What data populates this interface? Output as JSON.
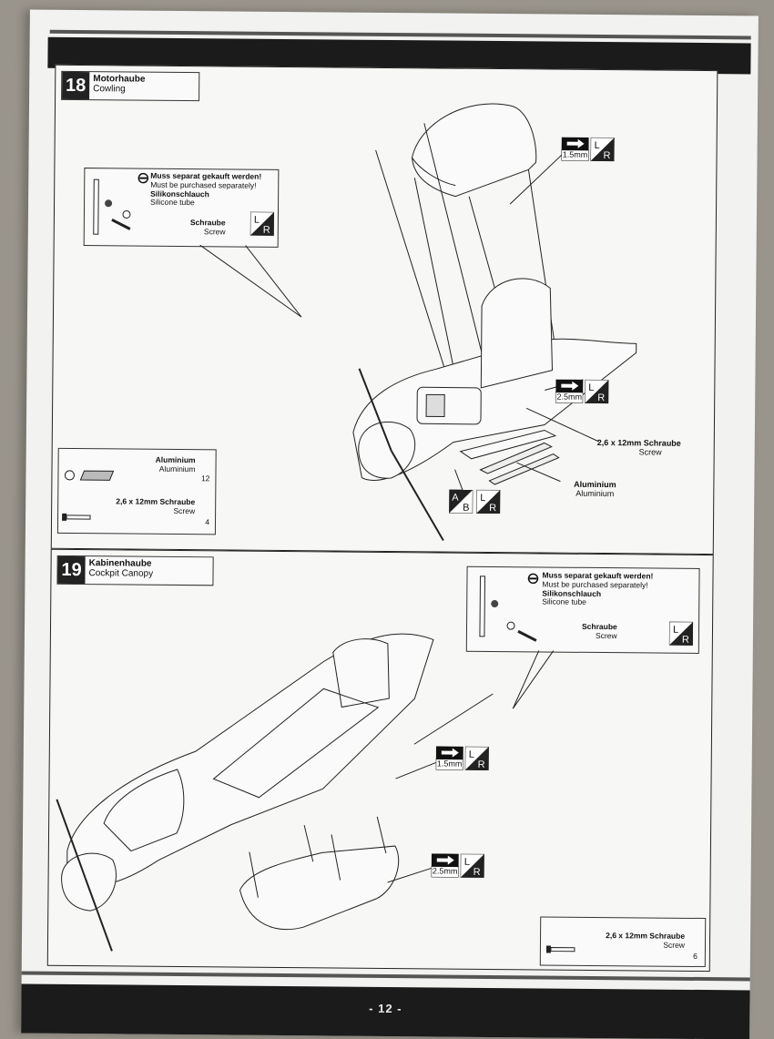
{
  "page_number": "- 12 -",
  "steps": [
    {
      "number": "18",
      "title_de": "Motorhaube",
      "title_en": "Cowling",
      "purchase_note": {
        "de": "Muss separat gekauft werden!",
        "en": "Must be purchased separately!",
        "item1_de": "Silikonschlauch",
        "item1_en": "Silicone tube",
        "item2_de": "Schraube",
        "item2_en": "Screw"
      },
      "drill_top": "1.5mm",
      "drill_mid": "2.5mm",
      "screw_label_de": "2,6 x 12mm Schraube",
      "screw_label_en": "Screw",
      "alu_label_de": "Aluminium",
      "alu_label_en": "Aluminium",
      "ab_left": "A",
      "ab_right": "B",
      "parts": [
        {
          "de": "Aluminium",
          "en": "Aluminium",
          "qty": "12"
        },
        {
          "de": "2,6 x 12mm Schraube",
          "en": "Screw",
          "qty": "4"
        }
      ]
    },
    {
      "number": "19",
      "title_de": "Kabinenhaube",
      "title_en": "Cockpit Canopy",
      "purchase_note": {
        "de": "Muss separat gekauft werden!",
        "en": "Must be purchased separately!",
        "item1_de": "Silikonschlauch",
        "item1_en": "Silicone tube",
        "item2_de": "Schraube",
        "item2_en": "Screw"
      },
      "drill_top": "1.5mm",
      "drill_bottom": "2.5mm",
      "parts": [
        {
          "de": "2,6 x 12mm Schraube",
          "en": "Screw",
          "qty": "6"
        }
      ]
    }
  ],
  "icons": {
    "lr": "left-right-icon",
    "drill": "drill-arrow-icon",
    "no": "prohibited-icon"
  }
}
